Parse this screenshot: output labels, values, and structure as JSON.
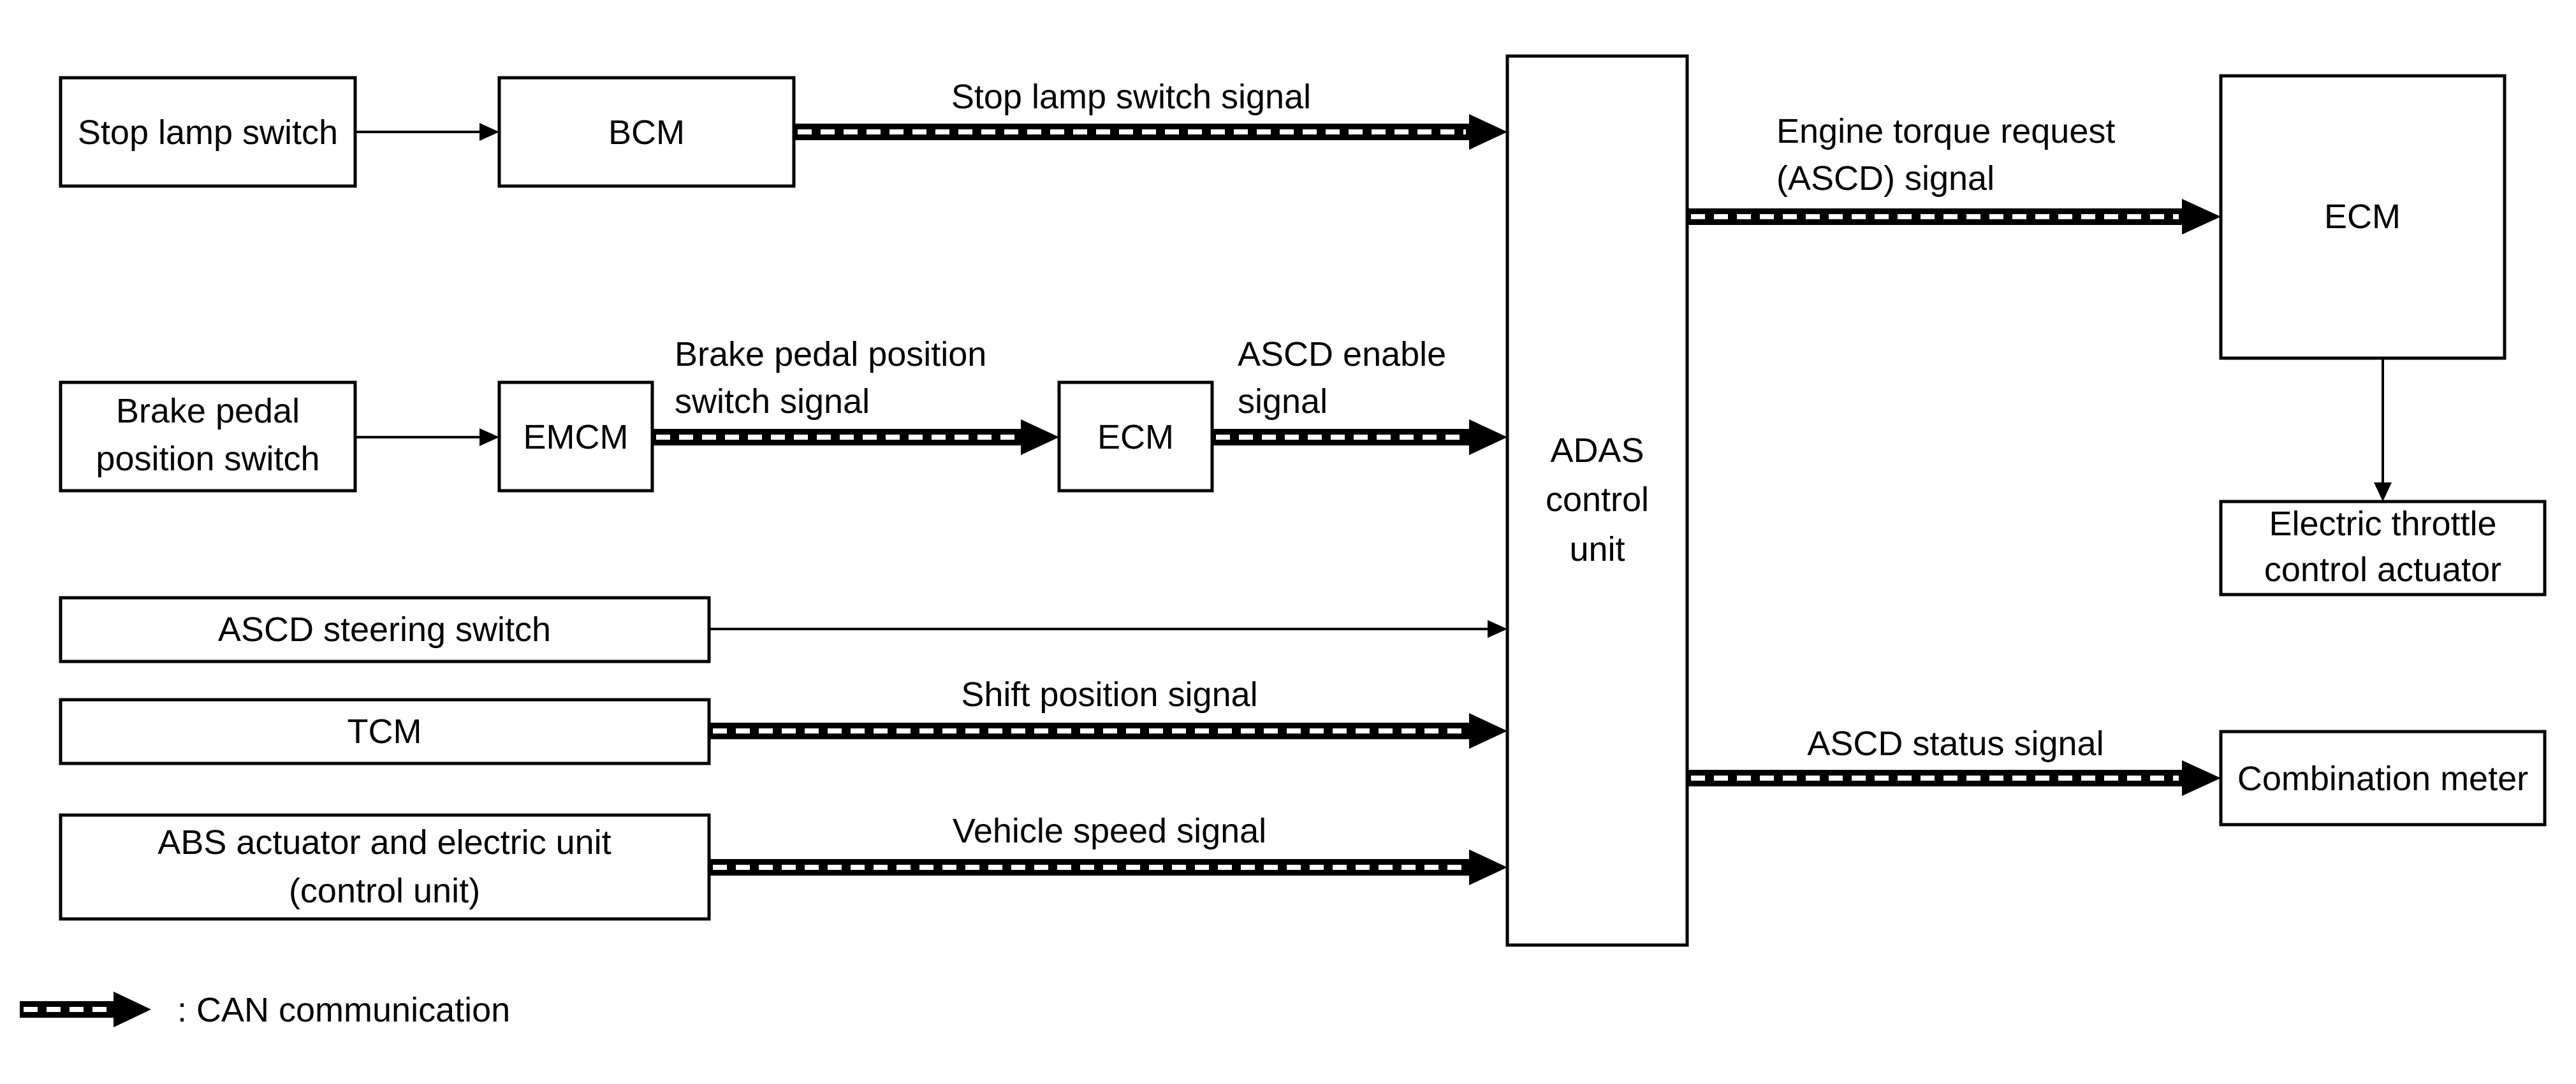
{
  "blocks": {
    "stop_lamp_switch": "Stop lamp switch",
    "bcm": "BCM",
    "brake_pedal_position_switch": [
      "Brake pedal",
      "position switch"
    ],
    "emcm": "EMCM",
    "ecm_middle": "ECM",
    "ascd_steering_switch": "ASCD steering switch",
    "tcm": "TCM",
    "abs_actuator": [
      "ABS actuator and electric unit",
      "(control unit)"
    ],
    "adas_control_unit": [
      "ADAS",
      "control",
      "unit"
    ],
    "ecm_right": "ECM",
    "electric_throttle_control_actuator": [
      "Electric throttle",
      "control actuator"
    ],
    "combination_meter": "Combination meter"
  },
  "signals": {
    "stop_lamp_switch_signal": "Stop lamp switch signal",
    "brake_pedal_position_switch_signal": [
      "Brake pedal position",
      "switch signal"
    ],
    "ascd_enable_signal": [
      "ASCD enable",
      "signal"
    ],
    "shift_position_signal": "Shift position signal",
    "vehicle_speed_signal": "Vehicle speed signal",
    "engine_torque_request_signal": [
      "Engine torque request",
      "(ASCD) signal"
    ],
    "ascd_status_signal": "ASCD status signal"
  },
  "legend": {
    "can_communication": ": CAN communication"
  },
  "colors": {
    "line": "#000000",
    "background": "#ffffff"
  }
}
